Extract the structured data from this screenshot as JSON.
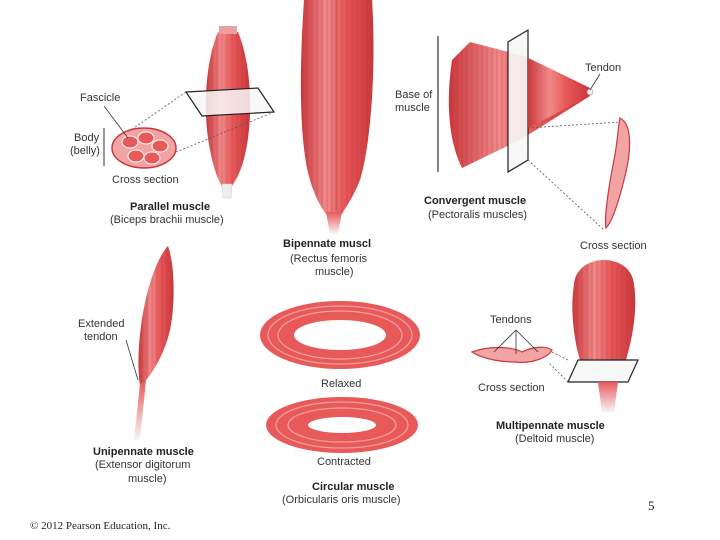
{
  "parallel": {
    "fascicle_label": "Fascicle",
    "body_label_1": "Body",
    "body_label_2": "(belly)",
    "cross_section_label": "Cross section",
    "title": "Parallel muscle",
    "example": "(Biceps brachii muscle)"
  },
  "bipennate": {
    "title": "Bipennate muscl",
    "example_1": "(Rectus femoris",
    "example_2": "muscle)"
  },
  "convergent": {
    "base_label_1": "Base of",
    "base_label_2": "muscle",
    "tendon_label": "Tendon",
    "title": "Convergent muscle",
    "example": "(Pectoralis muscles)",
    "cross_section_label": "Cross section"
  },
  "unipennate": {
    "extended_label_1": "Extended",
    "extended_label_2": "tendon",
    "title": "Unipennate muscle",
    "example_1": "(Extensor digitorum",
    "example_2": "muscle)"
  },
  "circular": {
    "relaxed_label": "Relaxed",
    "contracted_label": "Contracted",
    "title": "Circular muscle",
    "example": "(Orbicularis oris muscle)"
  },
  "multipennate": {
    "tendons_label": "Tendons",
    "cross_section_label": "Cross section",
    "title": "Multipennate muscle",
    "example": "(Deltoid muscle)"
  },
  "page_number": "5",
  "copyright": "© 2012 Pearson Education, Inc.",
  "colors": {
    "muscle": "#e8595a",
    "muscle_light": "#f49a9a",
    "muscle_dark": "#c9383c",
    "tendon": "#ececec",
    "plane": "#f5f5f5"
  }
}
